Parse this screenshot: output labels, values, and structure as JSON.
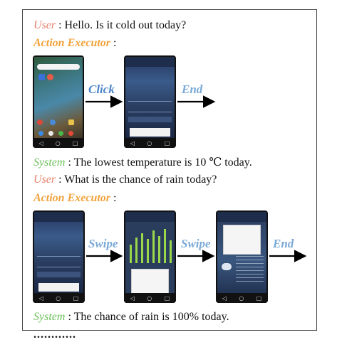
{
  "dialog": [
    {
      "speaker": "User",
      "text": " : Hello. Is it cold out today?"
    },
    {
      "speaker": "Action Executor",
      "text": " :"
    },
    {
      "speaker": "System",
      "text": " : The lowest temperature is 10 ℃ today."
    },
    {
      "speaker": "User",
      "text": " : What is the chance of rain today?"
    },
    {
      "speaker": "Action Executor",
      "text": " :"
    },
    {
      "speaker": "System",
      "text": " : The chance of rain is 100% today."
    }
  ],
  "ellipsis": "............",
  "actions": {
    "row1": [
      "Click",
      "End"
    ],
    "row2": [
      "Swipe",
      "Swipe",
      "End"
    ]
  },
  "colors": {
    "user": "#e8806a",
    "executor": "#f2a23a",
    "system": "#6cc05a",
    "action_label": "#79a9d6"
  }
}
